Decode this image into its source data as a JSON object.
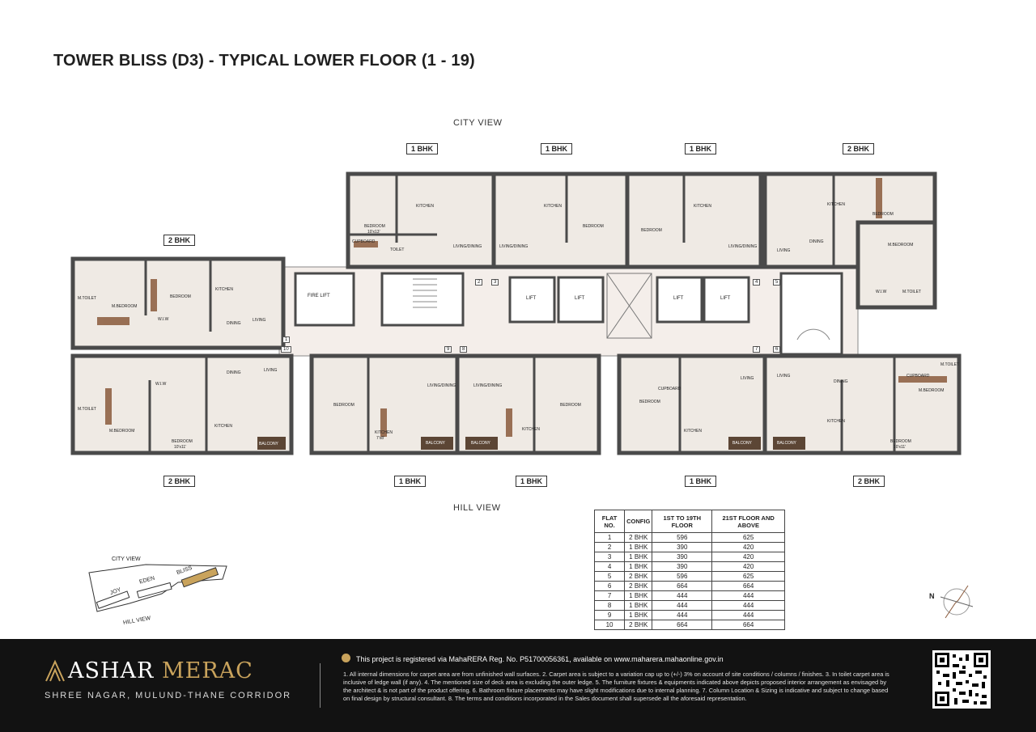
{
  "title": "TOWER BLISS (D3) - TYPICAL LOWER FLOOR (1 - 19)",
  "views": {
    "top": "CITY VIEW",
    "bottom": "HILL VIEW"
  },
  "config_tags": {
    "bhk1": "1 BHK",
    "bhk2": "2 BHK"
  },
  "core_labels": {
    "lift": "LIFT",
    "fire_lift": "FIRE LIFT"
  },
  "flat_numbers": [
    "1",
    "2",
    "3",
    "4",
    "5",
    "6",
    "7",
    "8",
    "9",
    "10"
  ],
  "rooms": {
    "bedroom": "BEDROOM",
    "m_bedroom": "M.BEDROOM",
    "kitchen": "KITCHEN",
    "living": "LIVING",
    "living_dining": "LIVING/DINING",
    "dining": "DINING",
    "toilet": "TOILET",
    "m_toilet": "M.TOILET",
    "cupboard": "CUPBOARD",
    "balcony": "BALCONY",
    "wiw": "W.I.W",
    "bedroom_10x13": "10'x13'",
    "bedroom_10x11": "10'x11'",
    "kitchen_7x8": "7'x8'"
  },
  "table": {
    "headers": [
      "FLAT NO.",
      "CONFIG",
      "1ST TO 19TH FLOOR",
      "21ST FLOOR AND ABOVE"
    ],
    "rows": [
      [
        "1",
        "2 BHK",
        "596",
        "625"
      ],
      [
        "2",
        "1 BHK",
        "390",
        "420"
      ],
      [
        "3",
        "1 BHK",
        "390",
        "420"
      ],
      [
        "4",
        "1 BHK",
        "390",
        "420"
      ],
      [
        "5",
        "2 BHK",
        "596",
        "625"
      ],
      [
        "6",
        "2 BHK",
        "664",
        "664"
      ],
      [
        "7",
        "1 BHK",
        "444",
        "444"
      ],
      [
        "8",
        "1 BHK",
        "444",
        "444"
      ],
      [
        "9",
        "1 BHK",
        "444",
        "444"
      ],
      [
        "10",
        "2 BHK",
        "664",
        "664"
      ]
    ]
  },
  "site_map": {
    "city_view": "CITY VIEW",
    "hill_view": "HILL VIEW",
    "towers": [
      "JOY",
      "EDEN",
      "BLISS"
    ]
  },
  "compass": {
    "north": "N"
  },
  "footer": {
    "brand_main": "ASHAR",
    "brand_accent": "MERAC",
    "tagline": "SHREE NAGAR, MULUND-THANE CORRIDOR",
    "rera": "This project is registered via MahaRERA Reg. No. P51700056361, available on www.maharera.mahaonline.gov.in",
    "notes": "1. All internal dimensions for carpet area are from unfinished wall surfaces. 2. Carpet area is subject to a variation cap up to (+/-) 3% on account of site conditions / columns / finishes. 3. In toilet carpet area is inclusive of ledge wall (if any). 4. The mentioned size of deck area is excluding the outer ledge. 5. The furniture fixtures & equipments indicated above depicts proposed interior arrangement as envisaged by the architect & is not part of the product offering. 6. Bathroom fixture placements may have slight modifications due to internal planning. 7. Column Location & Sizing is indicative and subject to change based on final design by structural consultant. 8. The terms and conditions incorporated in the Sales document shall supersede all the aforesaid representation."
  },
  "colors": {
    "wall": "#4a4a4a",
    "floor": "#efeae4",
    "wood": "#8a5a3c",
    "core": "#f4eeea",
    "gold": "#c9a35c",
    "footer_bg": "#121212"
  }
}
